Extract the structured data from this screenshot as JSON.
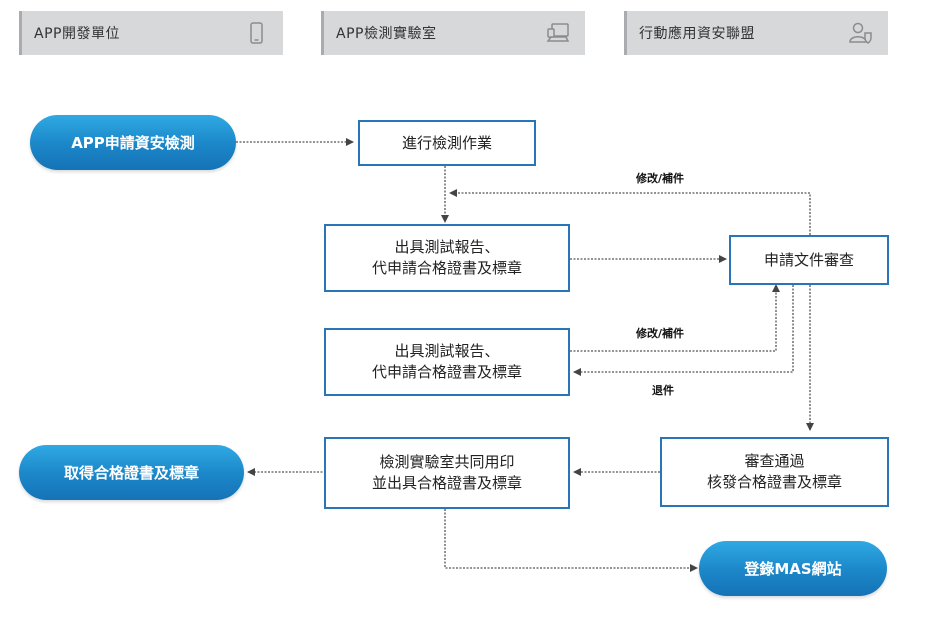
{
  "lanes": [
    {
      "label": "APP開發單位",
      "icon": "phone-icon"
    },
    {
      "label": "APP檢測實驗室",
      "icon": "laptop-icon"
    },
    {
      "label": "行動應用資安聯盟",
      "icon": "user-shield-icon"
    }
  ],
  "nodes": {
    "start": "APP申請資安檢測",
    "testing": "進行檢測作業",
    "report1": [
      "出具測試報告、",
      "代申請合格證書及標章"
    ],
    "review": "申請文件審查",
    "report2": [
      "出具測試報告、",
      "代申請合格證書及標章"
    ],
    "approved": [
      "審查通過",
      "核發合格證書及標章"
    ],
    "stamp": [
      "檢測實驗室共同用印",
      "並出具合格證書及標章"
    ],
    "obtain": "取得合格證書及標章",
    "register": "登錄MAS網站"
  },
  "notes": {
    "revise_top": "修改/補件",
    "revise_mid": "修改/補件",
    "return": "退件"
  },
  "colors": {
    "box_border": "#2a74b8",
    "pill": "#1b86c8",
    "lane_bg": "#d7d8da"
  }
}
